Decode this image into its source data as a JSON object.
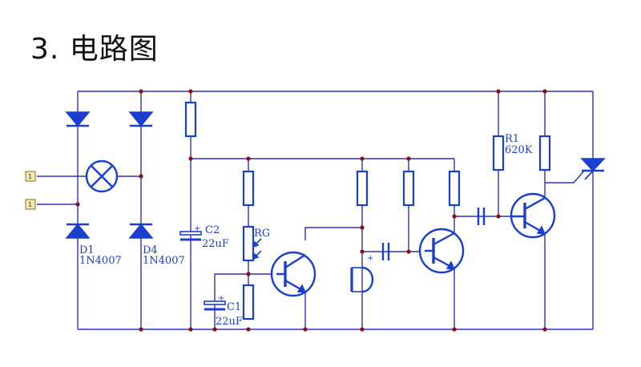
{
  "title": "3. 电路图",
  "terminals": [
    "1",
    "1"
  ],
  "components": {
    "d1": {
      "ref": "D1",
      "value": "1N4007"
    },
    "d4": {
      "ref": "D4",
      "value": "1N4007"
    },
    "c2": {
      "ref": "C2",
      "value": "22uF",
      "polarity": "+"
    },
    "c1": {
      "ref": "C1",
      "value": "22uF",
      "polarity": "+"
    },
    "rg": {
      "ref": "RG"
    },
    "r1": {
      "ref": "R1",
      "value": "620K"
    },
    "mic": {
      "polarity": "+"
    }
  },
  "colors": {
    "component": "#1a3fd0",
    "wire": "#3030b8",
    "junction": "#8b1010",
    "terminal": "#f4e7b0"
  }
}
